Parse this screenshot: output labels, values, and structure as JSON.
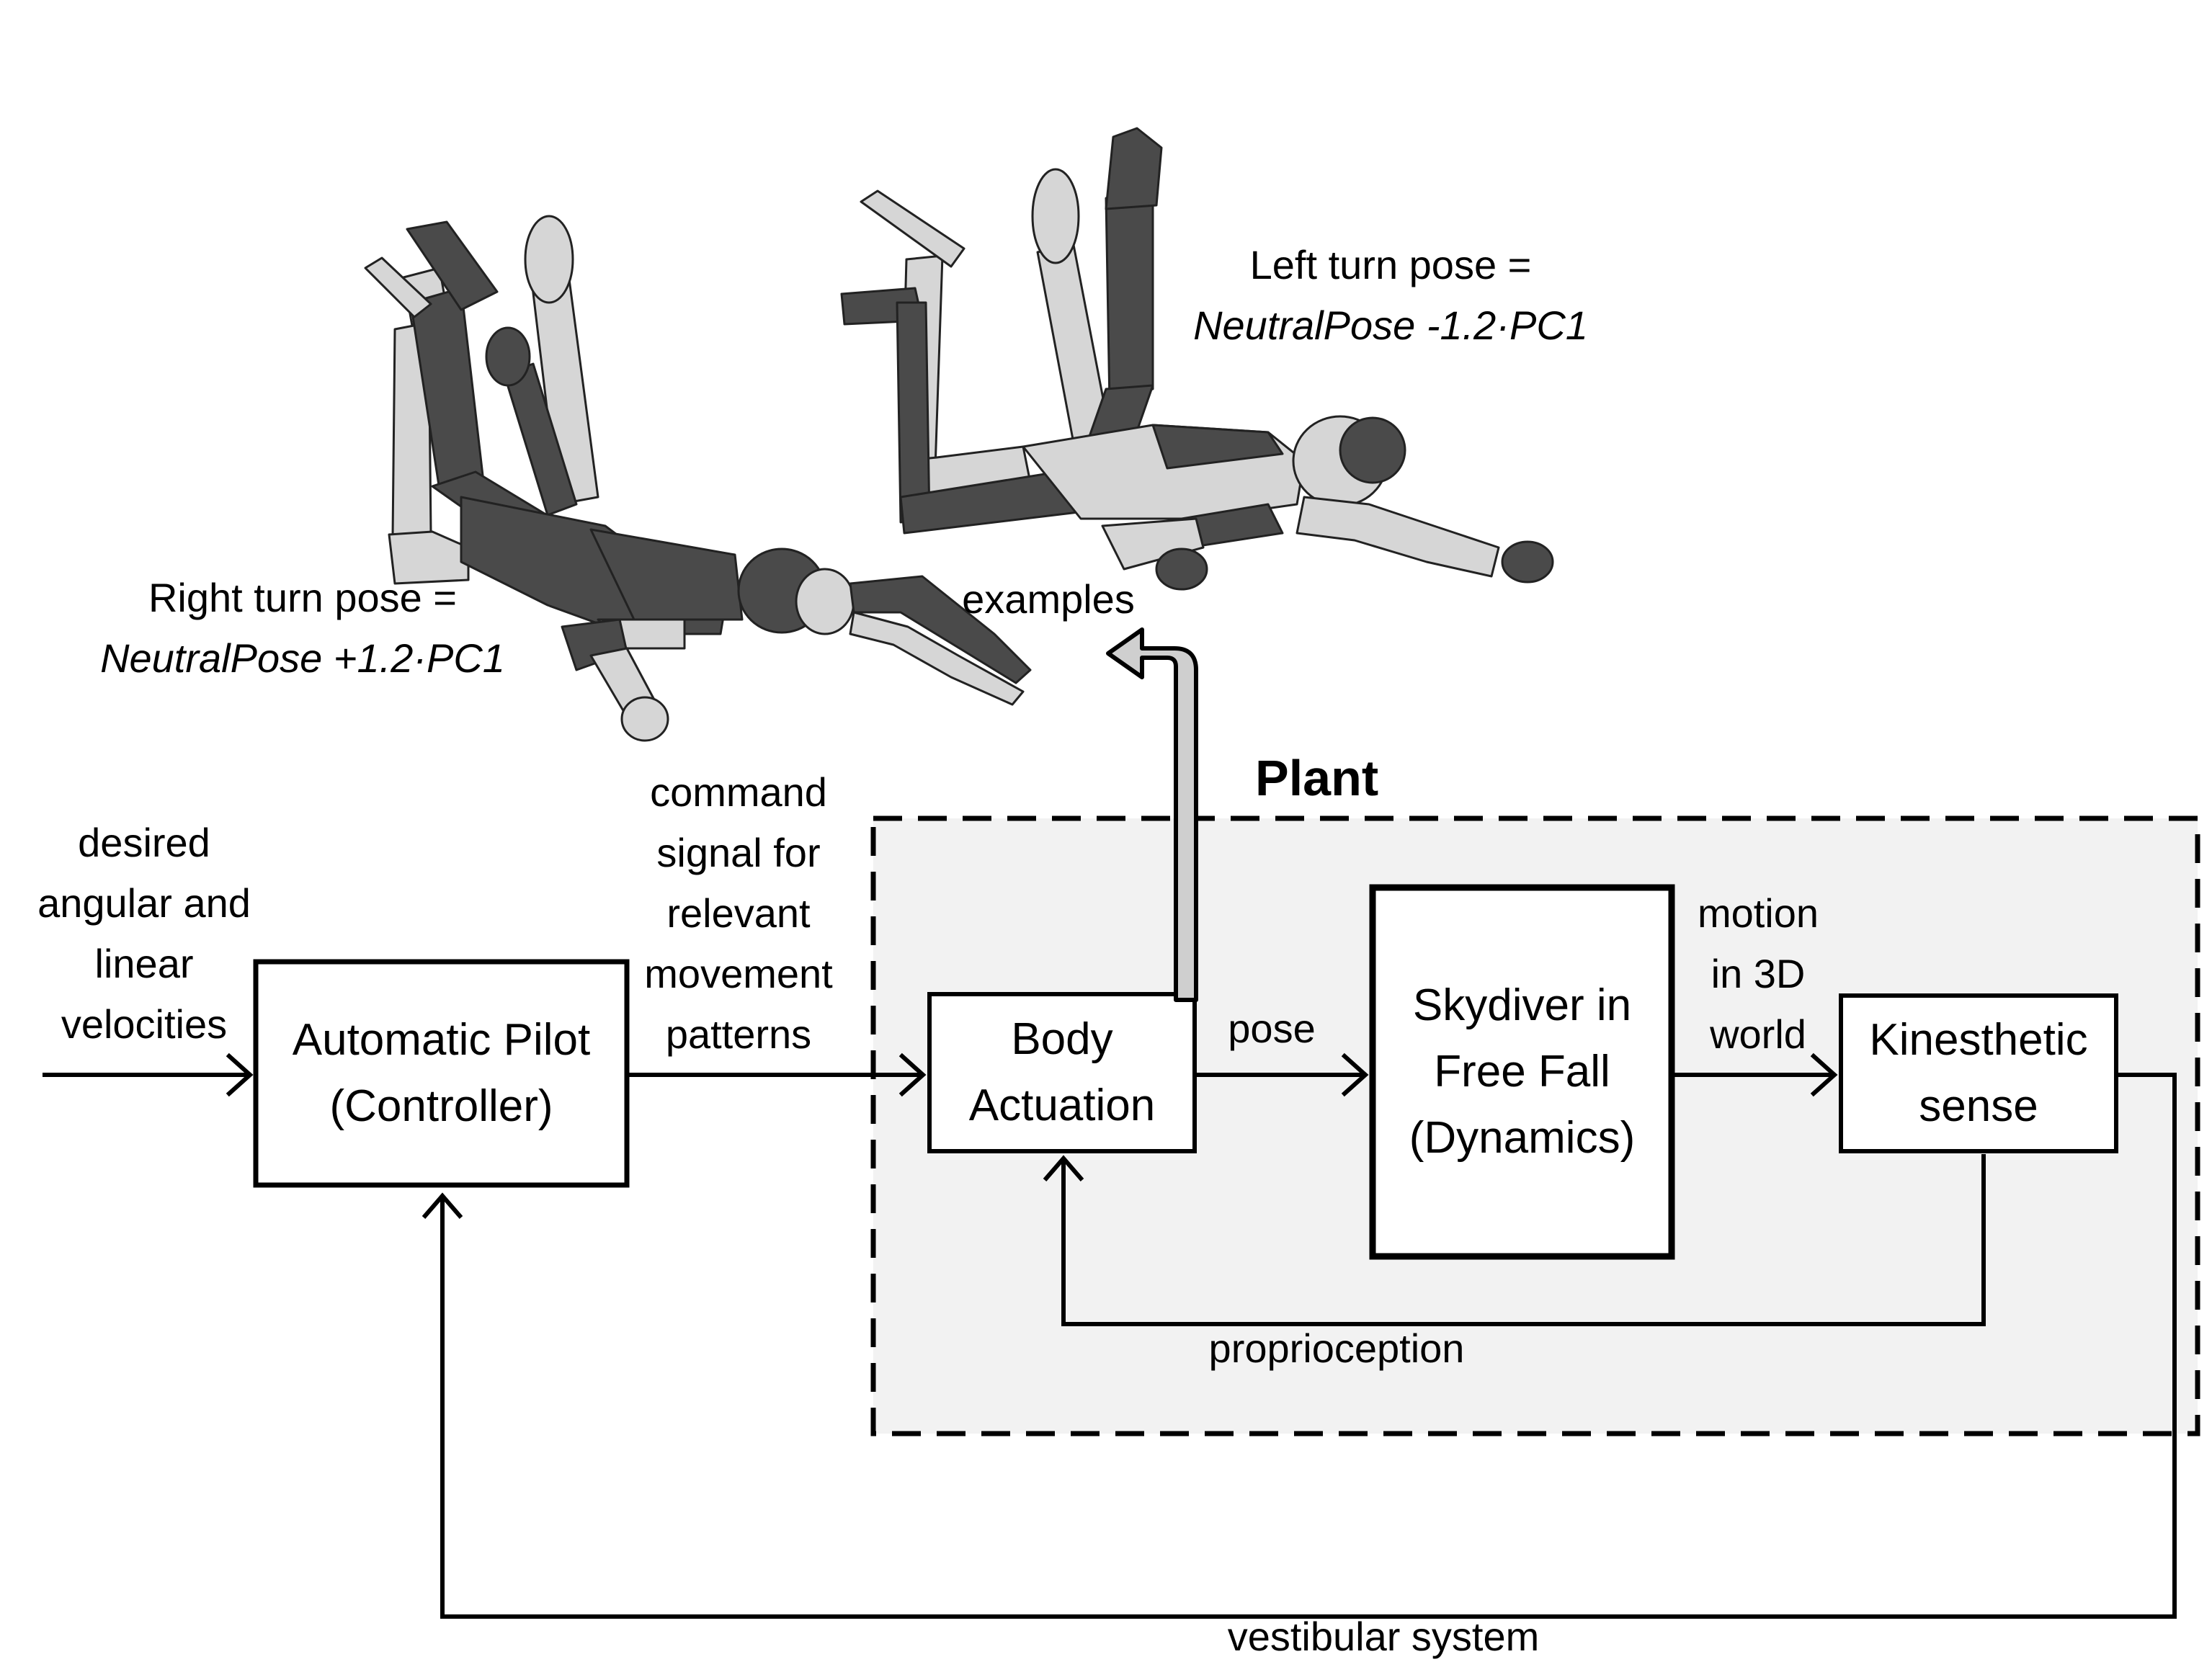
{
  "plant": {
    "title": "Plant"
  },
  "blocks": {
    "autopilot": {
      "line1": "Automatic Pilot",
      "line2": "(Controller)"
    },
    "body_actuation": {
      "line1": "Body",
      "line2": "Actuation"
    },
    "skydiver": {
      "line1": "Skydiver  in",
      "line2": "Free Fall",
      "line3": "(Dynamics)"
    },
    "kinesthetic": {
      "line1": "Kinesthetic",
      "line2": "sense"
    }
  },
  "signals": {
    "input": [
      "desired",
      "angular and",
      "linear",
      "velocities"
    ],
    "command": [
      "command",
      "signal for",
      "relevant",
      "movement",
      "patterns"
    ],
    "pose": "pose",
    "motion": [
      "motion",
      "in 3D",
      "world"
    ],
    "proprioception": "proprioception",
    "vestibular": "vestibular system",
    "examples": "examples"
  },
  "poses": {
    "right": {
      "line1": "Right turn pose =",
      "line2": "NeutralPose +1.2·PC1"
    },
    "left": {
      "line1": "Left turn pose =",
      "line2": "NeutralPose -1.2·PC1"
    }
  },
  "colors": {
    "limb_dark": "#4a4a4a",
    "limb_light": "#d6d6d6",
    "plant_fill": "#f2f2f2",
    "examples_arrow": "#cfcfcf"
  }
}
